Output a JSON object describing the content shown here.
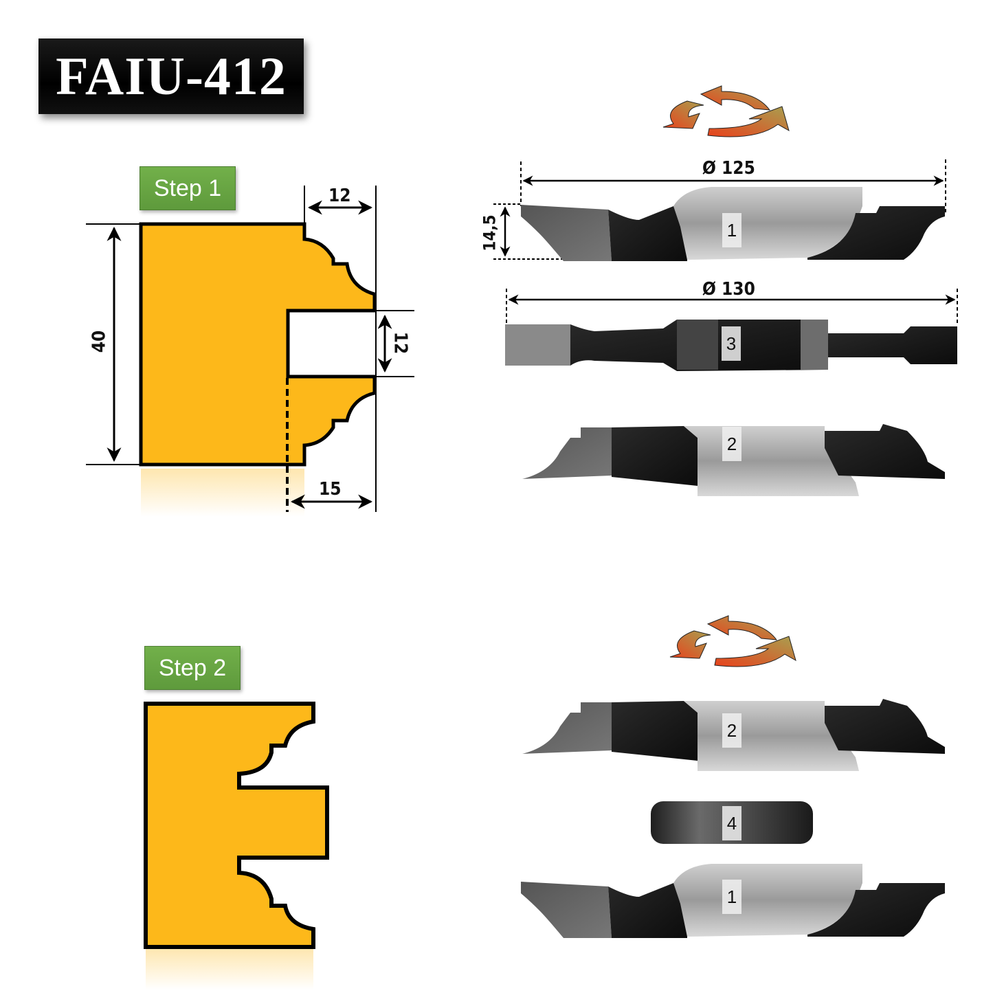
{
  "title": "FAIU-412",
  "colors": {
    "profile_fill": "#FDB81A",
    "outline": "#000000",
    "step_badge": "#68A544",
    "arrow_red": "#E8421C",
    "arrow_olive": "#A89A4A"
  },
  "step1": {
    "label": "Step 1",
    "dimensions": {
      "height": "40",
      "top_width": "12",
      "tenon_height": "12",
      "depth": "15"
    }
  },
  "step2": {
    "label": "Step 2"
  },
  "assembly1": {
    "rotation_icon": "rotation-arrows-icon",
    "diameter_top": "Ø 125",
    "thickness": "14,5",
    "diameter_mid": "Ø 130",
    "cutters": [
      {
        "number": "1"
      },
      {
        "number": "3"
      },
      {
        "number": "2"
      }
    ]
  },
  "assembly2": {
    "rotation_icon": "rotation-arrows-icon",
    "cutters": [
      {
        "number": "2"
      },
      {
        "number": "4"
      },
      {
        "number": "1"
      }
    ]
  }
}
